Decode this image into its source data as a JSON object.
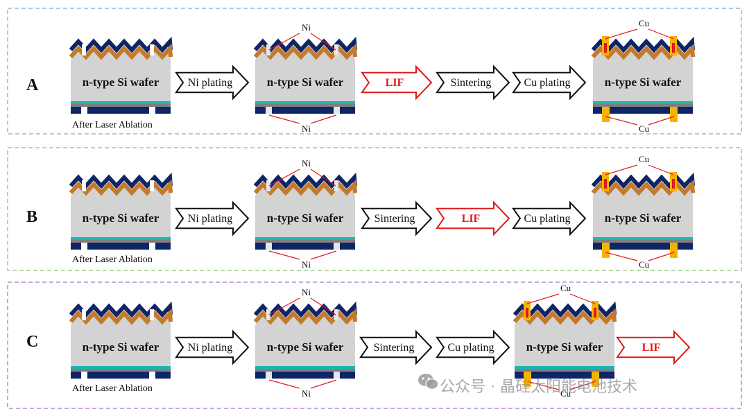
{
  "rows": [
    {
      "letter": "A",
      "border_color": "#8fb8e6",
      "caption": "After Laser Ablation",
      "steps": [
        "Ni plating",
        "LIF",
        "Sintering",
        "Cu plating"
      ],
      "highlight": [
        "LIF"
      ]
    },
    {
      "letter": "B",
      "border_color": "#9fcb8a",
      "caption": "After Laser Ablation",
      "steps": [
        "Ni plating",
        "Sintering",
        "LIF",
        "Cu plating"
      ],
      "highlight": [
        "LIF"
      ]
    },
    {
      "letter": "C",
      "border_color": "#b98ad6",
      "caption": "After Laser Ablation",
      "steps": [
        "Ni plating",
        "Sintering",
        "Cu plating",
        "LIF"
      ],
      "highlight": [
        "LIF"
      ]
    }
  ],
  "wafer_label": "n-type Si wafer",
  "ni_label": "Ni",
  "cu_label": "Cu",
  "watermark": "公众号 · 晶硅太阳能电池技术",
  "colors": {
    "navy": "#0e2566",
    "brown": "#c47a2c",
    "si_gray": "#d3d3d3",
    "mid_gray": "#7f7f7f",
    "teal": "#1fb5b0",
    "cu_yellow": "#f5b400",
    "accent_red": "#e01a1a"
  }
}
